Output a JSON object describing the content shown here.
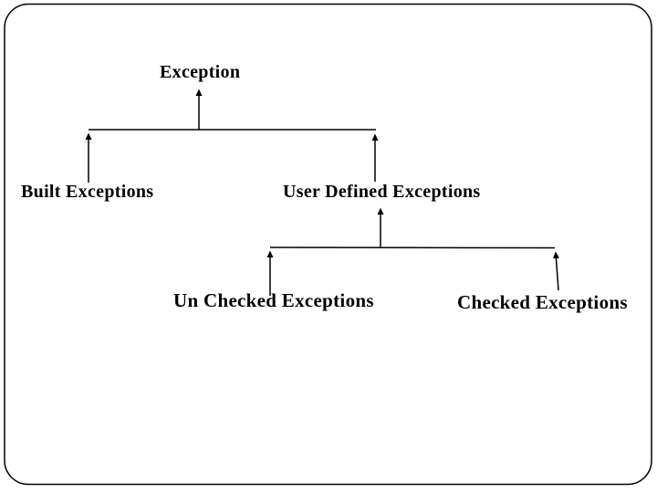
{
  "slide": {
    "background_color": "#ffffff",
    "border_color": "#000000"
  },
  "diagram": {
    "type": "hierarchy-tree",
    "line_color": "#000000",
    "text_color": "#000000",
    "nodes": {
      "root": {
        "label": "Exception"
      },
      "built": {
        "label": "Built Exceptions"
      },
      "user_defined": {
        "label": "User Defined Exceptions"
      },
      "unchecked": {
        "label": "Un Checked Exceptions"
      },
      "checked": {
        "label": "Checked Exceptions"
      }
    },
    "edges": [
      {
        "from": "Built Exceptions",
        "to": "Exception",
        "arrow": "up"
      },
      {
        "from": "User Defined Exceptions",
        "to": "Exception",
        "arrow": "up"
      },
      {
        "from": "Un Checked Exceptions",
        "to": "User Defined Exceptions",
        "arrow": "up"
      },
      {
        "from": "Checked Exceptions",
        "to": "User Defined Exceptions",
        "arrow": "up"
      }
    ]
  }
}
